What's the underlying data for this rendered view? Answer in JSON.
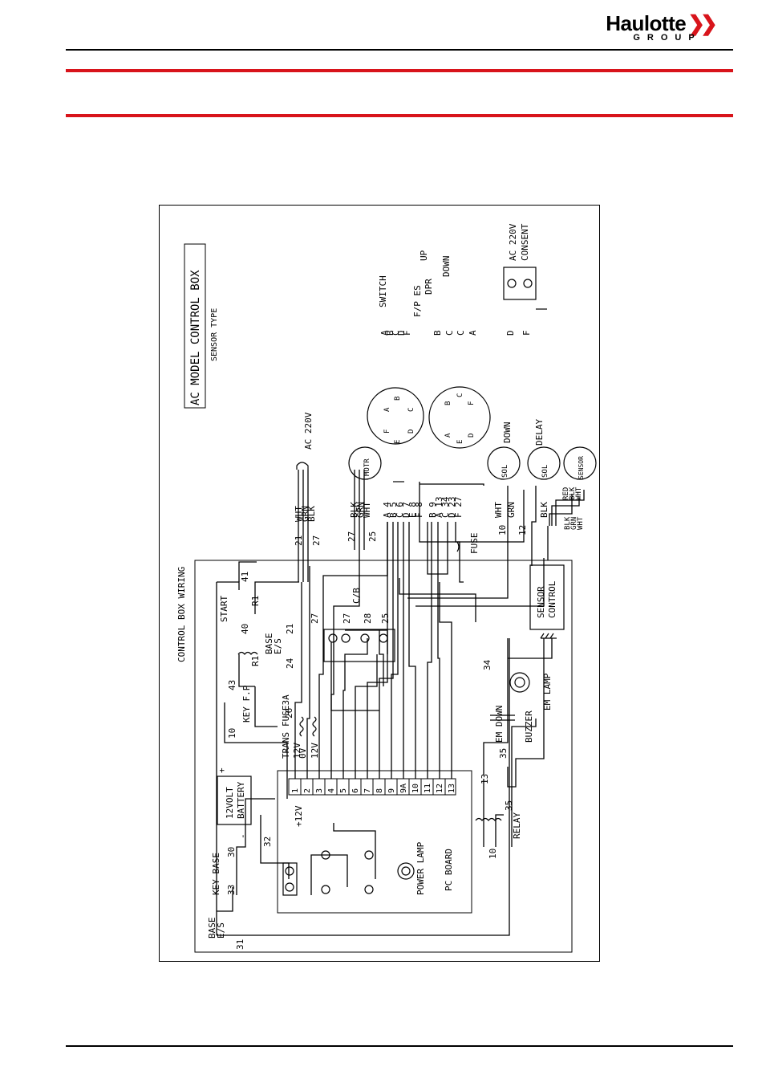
{
  "header": {
    "brand": "Haulotte",
    "brand_sub": "GROUP",
    "brand_color": "#d8141b"
  },
  "diagram": {
    "title": "AC MODEL CONTROL BOX",
    "subtitle": "SENSOR TYPE",
    "section_label": "CONTROL BOX WIRING",
    "switch": {
      "label": "SWITCH",
      "letters": [
        "A",
        "B",
        "C",
        "D",
        "F"
      ],
      "fp_es": "F/P ES",
      "dpr": "DPR",
      "up": "UP",
      "down": "DOWN",
      "pins": [
        "B",
        "C",
        "C",
        "A"
      ]
    },
    "consent": {
      "label1": "AC 220V",
      "label2": "CONSENT",
      "pins": [
        "D",
        "F"
      ]
    },
    "connector1": {
      "letters": [
        "A",
        "B",
        "C",
        "D",
        "E",
        "F"
      ]
    },
    "connector2": {
      "letters": [
        "A",
        "B",
        "C",
        "D",
        "E",
        "F"
      ]
    },
    "ac_input": {
      "label": "AC 220V",
      "wires": [
        "WHT",
        "GRN",
        "BLK"
      ],
      "nums": [
        "21",
        "27"
      ]
    },
    "motor": {
      "label": "MOTR",
      "wires": [
        "BLK",
        "GRN",
        "WHT"
      ],
      "nums": [
        "27",
        "25"
      ]
    },
    "harness": [
      "A 4",
      "B 5",
      "C 6",
      "D 7",
      "E 8",
      "F 8",
      "B 9",
      "A 13",
      "C 34",
      "D 23",
      "F 27"
    ],
    "fuse": "FUSE",
    "sol_down": {
      "label": "SOL",
      "label2": "DOWN",
      "wires": [
        "WHT",
        "GRN"
      ],
      "nums": [
        "10",
        "12"
      ]
    },
    "sol_delay": {
      "label": "SOL",
      "label2": "DELAY",
      "wires": [
        "BLK"
      ]
    },
    "sensor": {
      "label": "SENSOR",
      "wires": [
        "RED",
        "BLK",
        "WHT"
      ]
    },
    "sensor_control": {
      "label1": "SENSOR",
      "label2": "CONTROL",
      "wires": [
        "BLK",
        "GRN",
        "WHT"
      ]
    },
    "start": {
      "label": "START",
      "num": "41",
      "r1": "R1"
    },
    "relay_r1": {
      "num": "40",
      "label": "R1"
    },
    "base_es_top": {
      "label1": "BASE",
      "label2": "E/S",
      "nums": [
        "21",
        "24"
      ]
    },
    "cb": {
      "label": "C/B",
      "nums": [
        "27",
        "27",
        "28",
        "25"
      ]
    },
    "key_fp": {
      "label": "KEY F.P",
      "nums": [
        "10",
        "43"
      ]
    },
    "fuse3a": {
      "label": "FUSE3A",
      "num": "26"
    },
    "trans": {
      "label": "TRANS",
      "taps": [
        "12V",
        "0V",
        "12V"
      ]
    },
    "terminals": [
      "1",
      "2",
      "3",
      "4",
      "5",
      "6",
      "7",
      "8",
      "9",
      "9A",
      "10",
      "11",
      "12",
      "13"
    ],
    "battery": {
      "label1": "12VOLT",
      "label2": "BATTERY",
      "plus": "+",
      "minus": "-"
    },
    "plus12v": "+12V",
    "key_base": {
      "label": "KEY BASE",
      "nums": [
        "30",
        "33",
        "32"
      ]
    },
    "base_es_bottom": {
      "label1": "BASE",
      "label2": "E/S",
      "num": "31"
    },
    "power_lamp": "POWER LAMP",
    "pc_board": "PC BOARD",
    "em_down": {
      "label": "EM DOWN",
      "nums": [
        "34",
        "35"
      ]
    },
    "buzzer": "BUZZER",
    "em_lamp": "EM LAMP",
    "relay": {
      "label": "RELAY",
      "nums": [
        "35",
        "13",
        "10"
      ]
    }
  }
}
